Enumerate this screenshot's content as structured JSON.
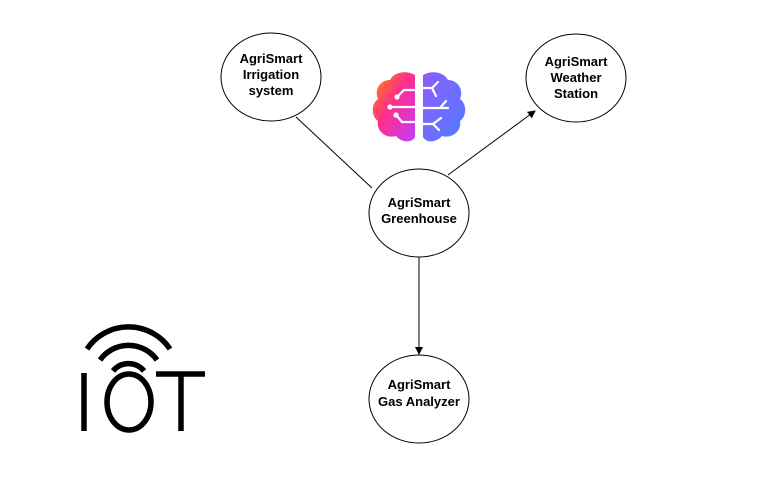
{
  "nodes": {
    "irrigation": {
      "lines": [
        "AgriSmart",
        "Irrigation",
        "system"
      ]
    },
    "weather": {
      "lines": [
        "AgriSmart",
        "Weather",
        "Station"
      ]
    },
    "greenhouse": {
      "lines": [
        "AgriSmart",
        "Greenhouse"
      ]
    },
    "gas": {
      "lines": [
        "AgriSmart",
        "Gas Analyzer"
      ]
    }
  },
  "edges": [
    {
      "from": "greenhouse",
      "to": "irrigation",
      "arrow": false
    },
    {
      "from": "greenhouse",
      "to": "weather",
      "arrow": true
    },
    {
      "from": "greenhouse",
      "to": "gas",
      "arrow": true
    }
  ],
  "icons": {
    "brain": "ai-brain-icon",
    "iot": "iot-logo"
  },
  "logo_text": {
    "iot": "IOT"
  },
  "colors": {
    "node_stroke": "#000000",
    "node_fill": "#ffffff",
    "edge": "#000000"
  }
}
